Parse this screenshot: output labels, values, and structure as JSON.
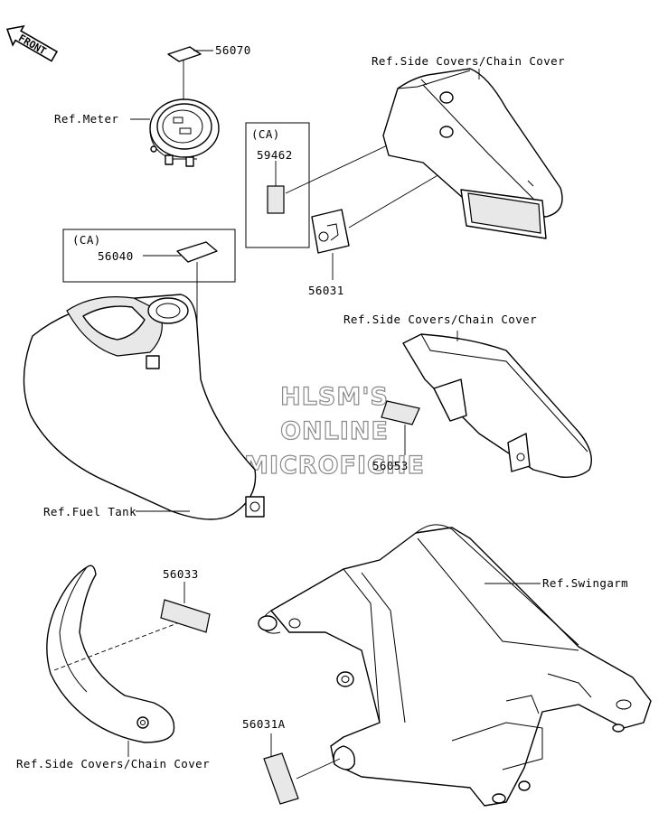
{
  "front_badge": {
    "text": "FRONT"
  },
  "watermark": {
    "lines": [
      "HLSM'S",
      "ONLINE",
      "MICROFICHE"
    ]
  },
  "callouts": {
    "p56070": "56070",
    "ref_meter": "Ref.Meter",
    "ca_top": "(CA)",
    "p59462": "59462",
    "p56031": "56031",
    "ref_side_covers_top": "Ref.Side Covers/Chain Cover",
    "ca_left": "(CA)",
    "p56040": "56040",
    "ref_side_covers_mid": "Ref.Side Covers/Chain Cover",
    "p56053": "56053",
    "ref_fuel_tank": "Ref.Fuel Tank",
    "p56033": "56033",
    "ref_swingarm": "Ref.Swingarm",
    "p56031a": "56031A",
    "ref_side_covers_bottom": "Ref.Side Covers/Chain Cover"
  }
}
